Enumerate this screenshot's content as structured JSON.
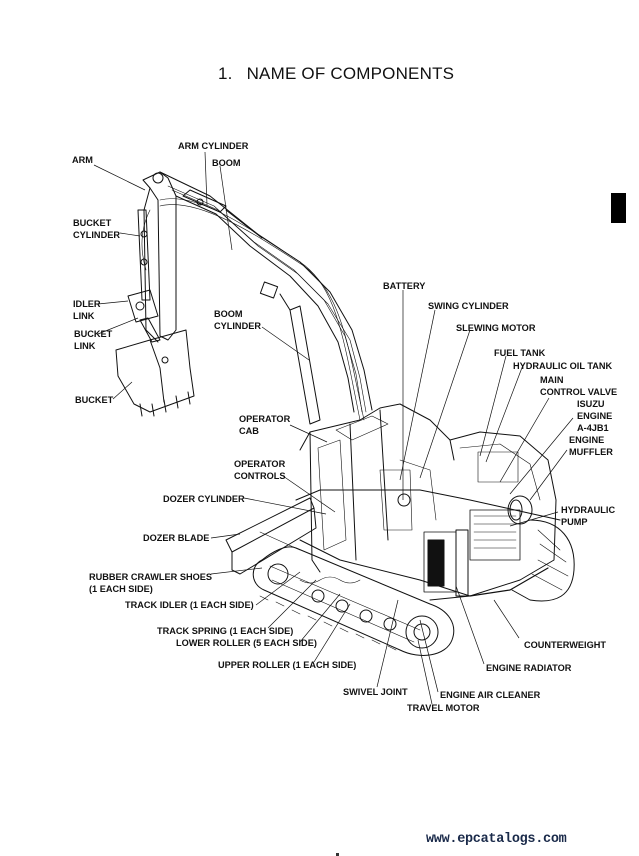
{
  "page": {
    "section_number": "1.",
    "title": "NAME OF COMPONENTS",
    "watermark": "www.epcatalogs.com"
  },
  "diagram": {
    "subject": "mini excavator",
    "labels": {
      "arm": "ARM",
      "arm_cylinder": "ARM CYLINDER",
      "boom": "BOOM",
      "bucket_cylinder_1": "BUCKET",
      "bucket_cylinder_2": "CYLINDER",
      "idler_link_1": "IDLER",
      "idler_link_2": "LINK",
      "bucket_link_1": "BUCKET",
      "bucket_link_2": "LINK",
      "bucket": "BUCKET",
      "boom_cylinder_1": "BOOM",
      "boom_cylinder_2": "CYLINDER",
      "operator_cab_1": "OPERATOR",
      "operator_cab_2": "CAB",
      "operator_controls_1": "OPERATOR",
      "operator_controls_2": "CONTROLS",
      "dozer_cylinder": "DOZER CYLINDER",
      "dozer_blade": "DOZER BLADE",
      "rubber_crawler_shoes_1": "RUBBER CRAWLER SHOES",
      "rubber_crawler_shoes_2": "(1 EACH SIDE)",
      "track_idler": "TRACK IDLER (1 EACH SIDE)",
      "track_spring": "TRACK SPRING (1 EACH SIDE)",
      "lower_roller": "LOWER ROLLER (5 EACH SIDE)",
      "upper_roller": "UPPER ROLLER (1 EACH SIDE)",
      "swivel_joint": "SWIVEL JOINT",
      "engine_air_cleaner": "ENGINE AIR CLEANER",
      "travel_motor": "TRAVEL MOTOR",
      "engine_radiator": "ENGINE RADIATOR",
      "counterweight": "COUNTERWEIGHT",
      "hydraulic_pump_1": "HYDRAULIC",
      "hydraulic_pump_2": "PUMP",
      "engine_muffler_1": "ENGINE",
      "engine_muffler_2": "MUFFLER",
      "isuzu_engine_1": "ISUZU",
      "isuzu_engine_2": "ENGINE",
      "isuzu_engine_3": "A-4JB1",
      "main_control_valve_1": "MAIN",
      "main_control_valve_2": "CONTROL VALVE",
      "hydraulic_oil_tank": "HYDRAULIC OIL TANK",
      "fuel_tank": "FUEL TANK",
      "slewing_motor": "SLEWING MOTOR",
      "swing_cylinder": "SWING CYLINDER",
      "battery": "BATTERY"
    }
  }
}
